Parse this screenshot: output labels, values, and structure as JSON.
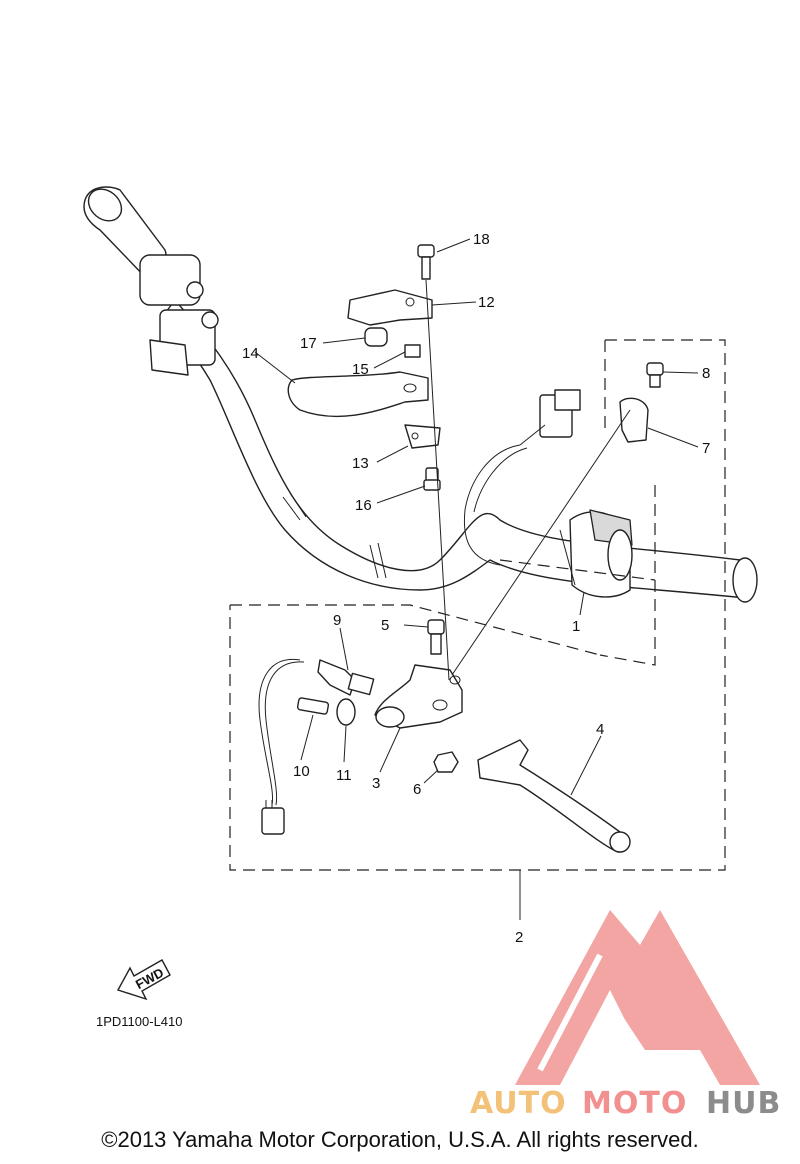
{
  "diagram": {
    "callouts": {
      "p1": "1",
      "p2": "2",
      "p3": "3",
      "p4": "4",
      "p5": "5",
      "p6": "6",
      "p7": "7",
      "p8": "8",
      "p9": "9",
      "p10": "10",
      "p11": "11",
      "p12": "12",
      "p13": "13",
      "p14": "14",
      "p15": "15",
      "p16": "16",
      "p17": "17",
      "p18": "18"
    },
    "fwd_label": "FWD",
    "drawing_code": "1PD1100-L410"
  },
  "watermark": {
    "text_part1": "AUTO",
    "text_part2": "MOTO",
    "text_part3": "HUB",
    "colors": {
      "auto": "#f3c178",
      "moto": "#f28f8f",
      "hub": "#8c8c8c",
      "logo": "#ee8a86"
    }
  },
  "footer": {
    "copyright": "©2013 Yamaha Motor Corporation, U.S.A. All rights reserved."
  }
}
